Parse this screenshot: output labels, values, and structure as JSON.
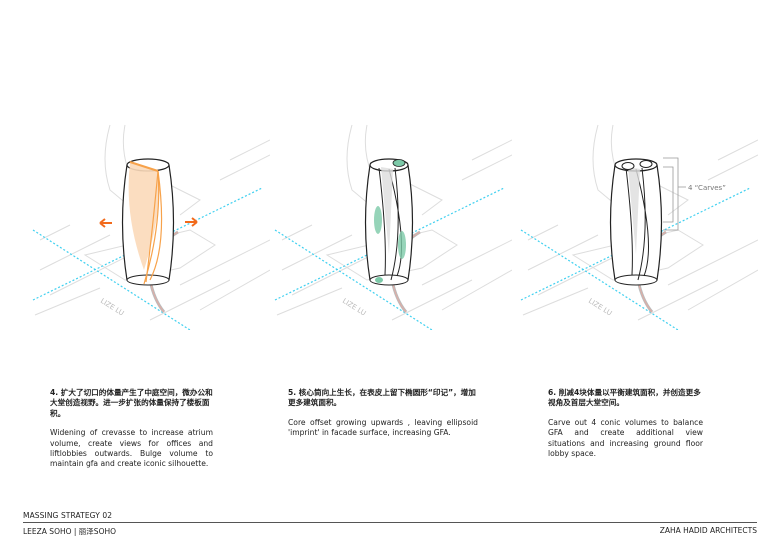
{
  "steps": [
    {
      "cn": "4. 扩大了切口的体量产生了中庭空间，微办公和大堂创造视野。进一步扩张的体量保持了楼板面积。",
      "en": "Widening of crevasse to increase atrium volume, create views for offices and liftlobbies outwards. Bulge volume to maintain gfa and create iconic silhouette.",
      "road_label": "LIZE LU"
    },
    {
      "cn": "5. 核心筒向上生长，在表皮上留下椭圆形“印记”，增加更多建筑面积。",
      "en": "Core offset growing upwards , leaving ellipsoid 'imprint' in facade surface, increasing GFA.",
      "road_label": "LIZE LU"
    },
    {
      "cn": "6. 削减4块体量以平衡建筑面积，并创造更多视角及首层大堂空间。",
      "en": "Carve out 4 conic volumes to balance GFA and create additional view situations and increasing ground floor lobby space.",
      "road_label": "LIZE LU",
      "annotation": "4  “Carves”"
    }
  ],
  "footer": {
    "title": "MASSING STRATEGY 02",
    "project": "LEEZA SOHO | 丽泽SOHO",
    "firm": "ZAHA HADID ARCHITECTS"
  },
  "colors": {
    "axis": "#3fd0f0",
    "atrium": "#f7a24a",
    "arrow": "#f26a1b",
    "imprint": "#7cc9a8",
    "outline": "#222222",
    "context": "#dddddd"
  }
}
